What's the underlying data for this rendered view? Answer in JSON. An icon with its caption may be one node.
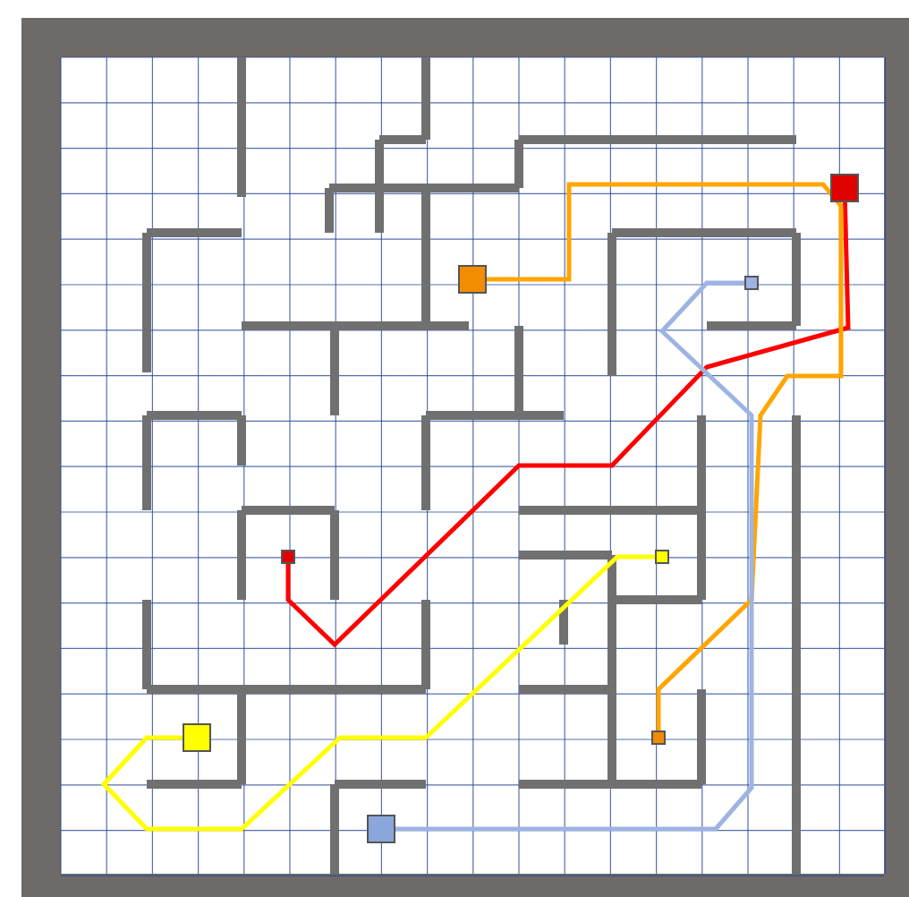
{
  "diagram": {
    "nodes": [
      {
        "text": [],
        "shape": "box"
      },
      {
        "text": [],
        "shape": "box"
      },
      {
        "text": [],
        "shape": "box"
      },
      {
        "text": [],
        "shape": "box"
      },
      {
        "text": [],
        "shape": "box"
      },
      {
        "text": [],
        "shape": "box"
      },
      {
        "text": [],
        "shape": "box"
      },
      {
        "text": [],
        "shape": "box"
      }
    ],
    "edges": [
      {
        "from": 0,
        "to": 3,
        "arrow": "none",
        "color": "#ff0000"
      },
      {
        "from": 1,
        "to": 6,
        "arrow": "none",
        "color": "#ffa500"
      },
      {
        "from": 7,
        "to": 2,
        "arrow": "none",
        "color": "#9db4e3"
      },
      {
        "from": 5,
        "to": 4,
        "arrow": "none",
        "color": "#ffff00"
      }
    ]
  }
}
